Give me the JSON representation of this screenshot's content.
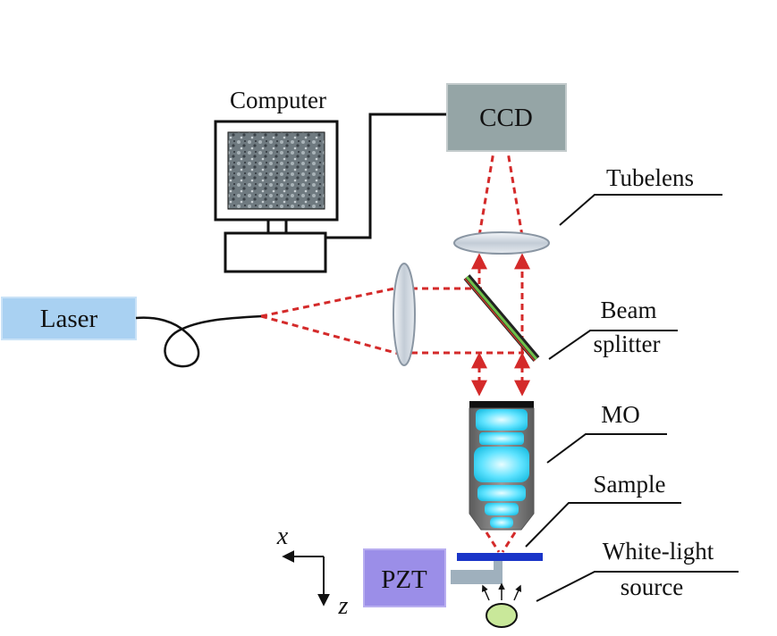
{
  "labels": {
    "computer": "Computer",
    "ccd": "CCD",
    "tubelens": "Tubelens",
    "laser": "Laser",
    "beam_line1": "Beam",
    "beam_line2": "splitter",
    "mo": "MO",
    "sample": "Sample",
    "white_line1": "White-light",
    "white_line2": "source",
    "pzt": "PZT",
    "axis_x": "x",
    "axis_z": "z"
  },
  "colors": {
    "ccd_box": "#95a5a6",
    "laser_box": "#a9d1f2",
    "pzt_box": "#9b8ee8",
    "beam_path": "#d42a2a",
    "sample_slide": "#1a35c8",
    "objective_lens": "#33d6f5",
    "objective_body": "#7a7a7a",
    "white_light_source": "#c9e89a",
    "stage_holder": "#9fb0bd"
  },
  "icons": {
    "computer": "computer-monitor-icon",
    "fiber": "optical-fiber-loop-icon",
    "objective": "microscope-objective-icon",
    "light_source": "led-bulb-icon"
  }
}
